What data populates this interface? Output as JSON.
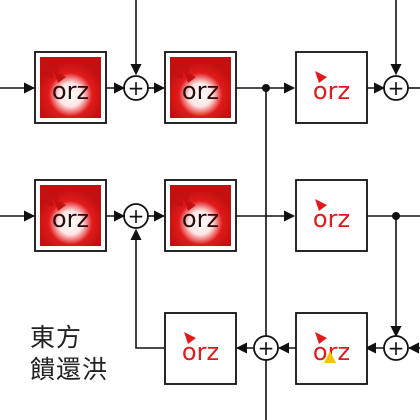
{
  "diagram": {
    "block_label": "orz",
    "adder_symbol": "+",
    "caption": {
      "line1": "東方",
      "line2": "饋還洪"
    },
    "colors": {
      "line": "#111111",
      "dark_red": "#c31010",
      "mid_red": "#e11a1a",
      "white": "#ffffff",
      "accent_yellow": "#f4c400"
    },
    "blocks": [
      {
        "id": "b-r1-1",
        "style": "red"
      },
      {
        "id": "b-r1-2",
        "style": "red"
      },
      {
        "id": "b-r1-3",
        "style": "white"
      },
      {
        "id": "b-r2-1",
        "style": "red"
      },
      {
        "id": "b-r2-2",
        "style": "red"
      },
      {
        "id": "b-r2-3",
        "style": "white"
      },
      {
        "id": "b-r3-1",
        "style": "white"
      },
      {
        "id": "b-r3-2",
        "style": "white",
        "accent": true
      }
    ]
  }
}
